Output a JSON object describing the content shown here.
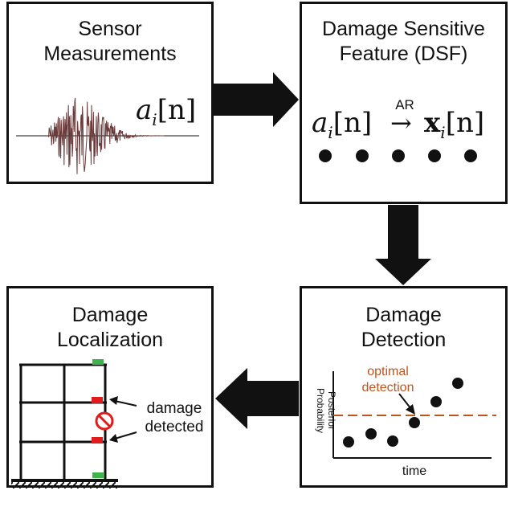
{
  "boxes": {
    "sensor": {
      "title_line1": "Sensor",
      "title_line2": "Measurements",
      "signal_symbol": "a",
      "signal_sub": "i",
      "signal_arg": "[n]"
    },
    "dsf": {
      "title_line1": "Damage Sensitive",
      "title_line2": "Feature (DSF)",
      "lhs_symbol": "a",
      "lhs_sub": "i",
      "lhs_arg": "[n]",
      "arrow_label": "AR",
      "arrow_glyph": "→",
      "rhs_symbol": "x",
      "rhs_sub": "i",
      "rhs_arg": "[n]"
    },
    "detection": {
      "title_line1": "Damage",
      "title_line2": "Detection",
      "threshold_label_line1": "optimal",
      "threshold_label_line2": "detection",
      "x_axis_label": "time",
      "y_axis_label_line1": "Posterior",
      "y_axis_label_line2": "Probability"
    },
    "localization": {
      "title_line1": "Damage",
      "title_line2": "Localization",
      "annotation_line1": "damage",
      "annotation_line2": "detected"
    }
  },
  "colors": {
    "line": "#111111",
    "waveform": "#6b3a3a",
    "threshold": "#c0541d",
    "damage_marker": "#e01b1b",
    "sensor_marker": "#3cb44b"
  }
}
